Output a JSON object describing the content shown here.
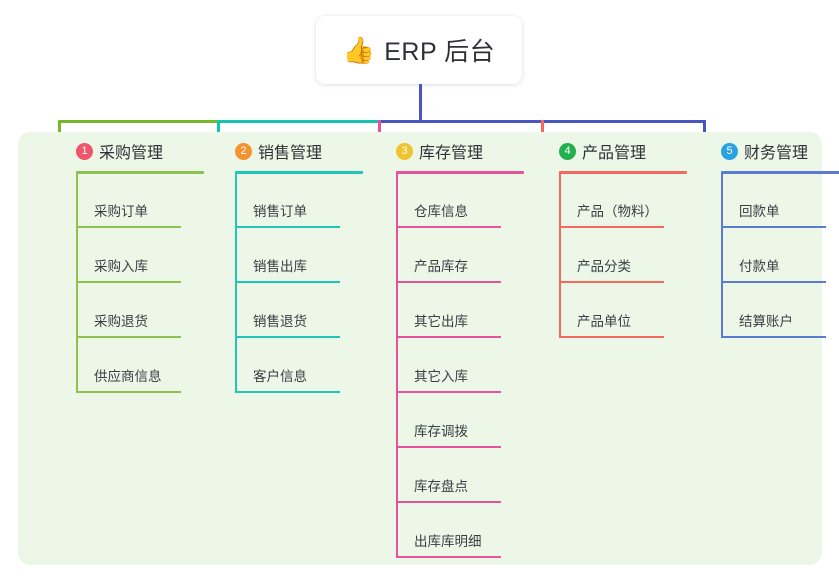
{
  "root": {
    "icon": "👍",
    "icon_name": "thumbs-up-icon",
    "title": "ERP 后台"
  },
  "palette": {
    "panel_background": "#edf7e8",
    "page_background": "#ffffff",
    "text": "#2f3137",
    "trunk_green": "#76b82a",
    "trunk_teal": "#16c2b0",
    "trunk_blue": "#4a55c4"
  },
  "columns": [
    {
      "number": "1",
      "title": "采购管理",
      "badge_color": "#f0566b",
      "line_color": "#8dc251",
      "items": [
        "采购订单",
        "采购入库",
        "采购退货",
        "供应商信息"
      ]
    },
    {
      "number": "2",
      "title": "销售管理",
      "badge_color": "#f59331",
      "line_color": "#23c6b6",
      "items": [
        "销售订单",
        "销售出库",
        "销售退货",
        "客户信息"
      ]
    },
    {
      "number": "3",
      "title": "库存管理",
      "badge_color": "#f2c331",
      "line_color": "#e8519b",
      "items": [
        "仓库信息",
        "产品库存",
        "其它出库",
        "其它入库",
        "库存调拨",
        "库存盘点",
        "出库库明细"
      ]
    },
    {
      "number": "4",
      "title": "产品管理",
      "badge_color": "#22b14c",
      "line_color": "#f4685f",
      "items": [
        "产品（物料）",
        "产品分类",
        "产品单位"
      ]
    },
    {
      "number": "5",
      "title": "财务管理",
      "badge_color": "#29a3e0",
      "line_color": "#5a7bd4",
      "items": [
        "回款单",
        "付款单",
        "结算账户"
      ]
    }
  ]
}
